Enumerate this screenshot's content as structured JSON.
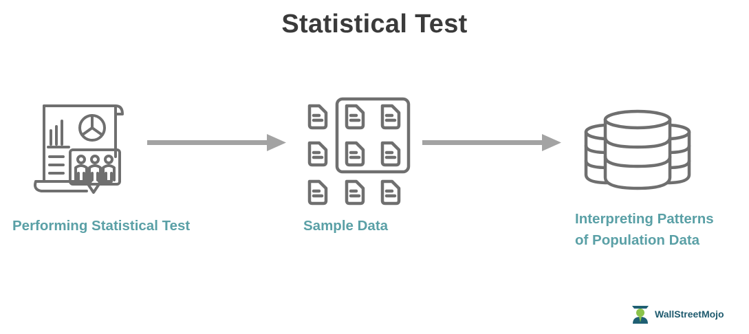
{
  "title": "Statistical Test",
  "steps": [
    {
      "label": "Performing Statistical Test",
      "icon": "statistical-report-icon"
    },
    {
      "label": "Sample Data",
      "icon": "sample-documents-icon"
    },
    {
      "label_lines": [
        "Interpreting Patterns",
        "of Population Data"
      ],
      "icon": "database-icon"
    }
  ],
  "brand": {
    "name": "WallStreetMojo",
    "icon": "wallstreetmojo-logo-icon"
  },
  "colors": {
    "accent": "#5aa0a6",
    "icon": "#6f6f6f",
    "arrow": "#a3a3a3",
    "title": "#3a3a3a"
  }
}
